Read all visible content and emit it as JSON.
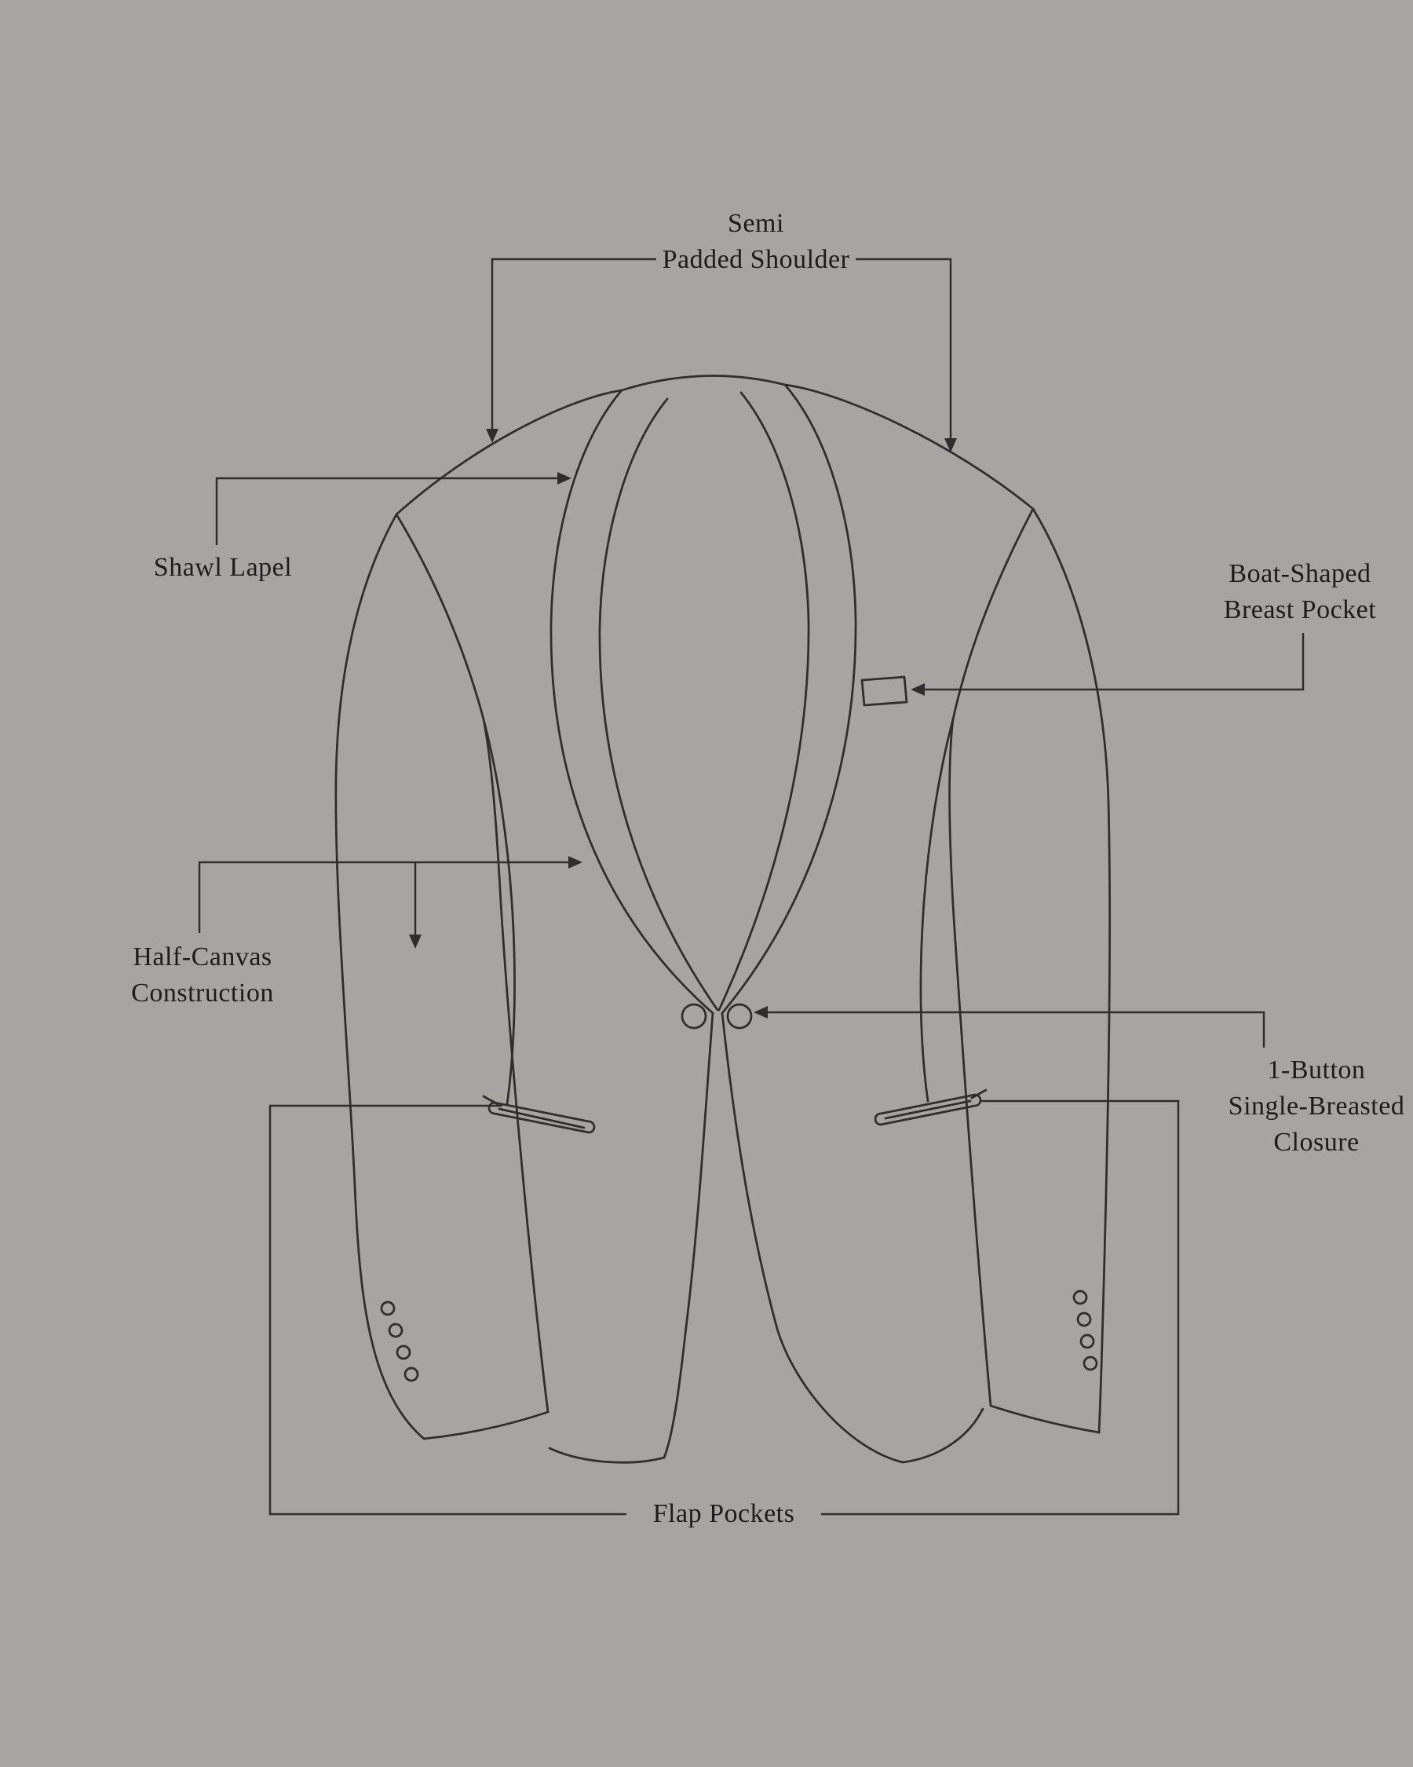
{
  "colors": {
    "background": "#a7a4a4",
    "line": "#2e2e2e",
    "text": "#1c1c1c"
  },
  "labels": {
    "shoulder": {
      "line1": "Semi",
      "line2": "Padded Shoulder"
    },
    "lapel": "Shawl Lapel",
    "breast_pocket": {
      "line1": "Boat-Shaped",
      "line2": "Breast Pocket"
    },
    "canvas": {
      "line1": "Half-Canvas",
      "line2": "Construction"
    },
    "closure": {
      "line1": "1-Button",
      "line2": "Single-Breasted",
      "line3": "Closure"
    },
    "flap_pockets": "Flap Pockets"
  }
}
